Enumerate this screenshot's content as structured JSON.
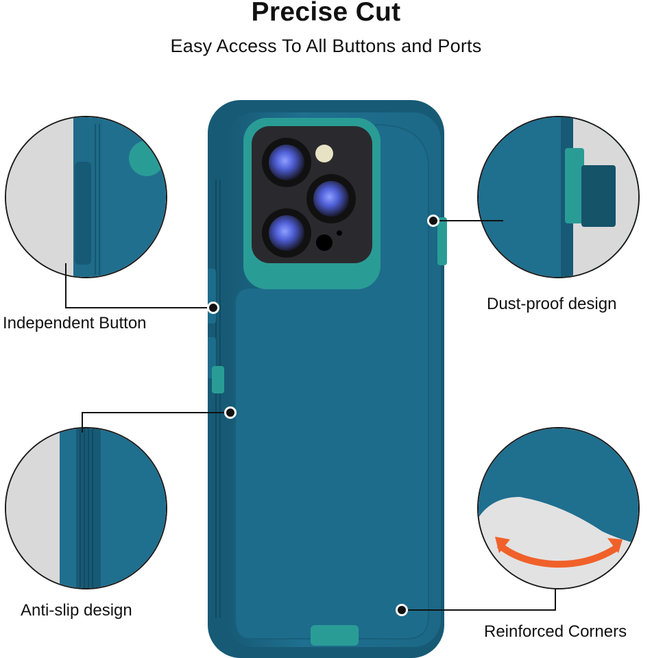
{
  "header": {
    "title": "Precise Cut",
    "subtitle": "Easy Access To All Buttons and Ports"
  },
  "features": {
    "independent_button": "Independent Button",
    "dust_proof": "Dust-proof design",
    "anti_slip": "Anti-slip design",
    "reinforced_corners": "Reinforced Corners"
  },
  "colors": {
    "case_body": "#1f6f8f",
    "case_edge": "#175a75",
    "accent_teal": "#2a9c96",
    "lens_blue": "#4f5fd6",
    "arrow_orange": "#f0612a"
  }
}
